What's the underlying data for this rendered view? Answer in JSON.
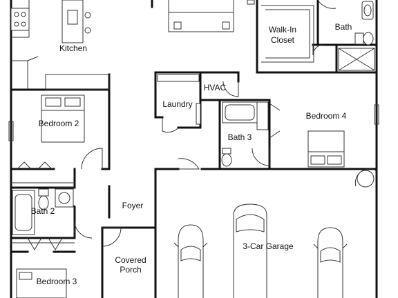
{
  "plan": {
    "rooms": [
      {
        "id": "kitchen",
        "lines": [
          "Kitchen"
        ]
      },
      {
        "id": "walk-in-closet",
        "lines": [
          "Walk-In",
          "Closet"
        ]
      },
      {
        "id": "bath",
        "lines": [
          "Bath"
        ]
      },
      {
        "id": "hvac",
        "lines": [
          "HVAC"
        ]
      },
      {
        "id": "laundry",
        "lines": [
          "Laundry"
        ]
      },
      {
        "id": "bedroom-2",
        "lines": [
          "Bedroom 2"
        ]
      },
      {
        "id": "bedroom-4",
        "lines": [
          "Bedroom 4"
        ]
      },
      {
        "id": "bath-3",
        "lines": [
          "Bath 3"
        ]
      },
      {
        "id": "foyer",
        "lines": [
          "Foyer"
        ]
      },
      {
        "id": "bath-2",
        "lines": [
          "Bath 2"
        ]
      },
      {
        "id": "garage",
        "lines": [
          "3-Car Garage"
        ]
      },
      {
        "id": "covered-porch",
        "lines": [
          "Covered",
          "Porch"
        ]
      },
      {
        "id": "bedroom-3",
        "lines": [
          "Bedroom 3"
        ]
      }
    ],
    "colors": {
      "wall": "#111111",
      "fixture": "#333333",
      "background": "#ffffff"
    }
  }
}
